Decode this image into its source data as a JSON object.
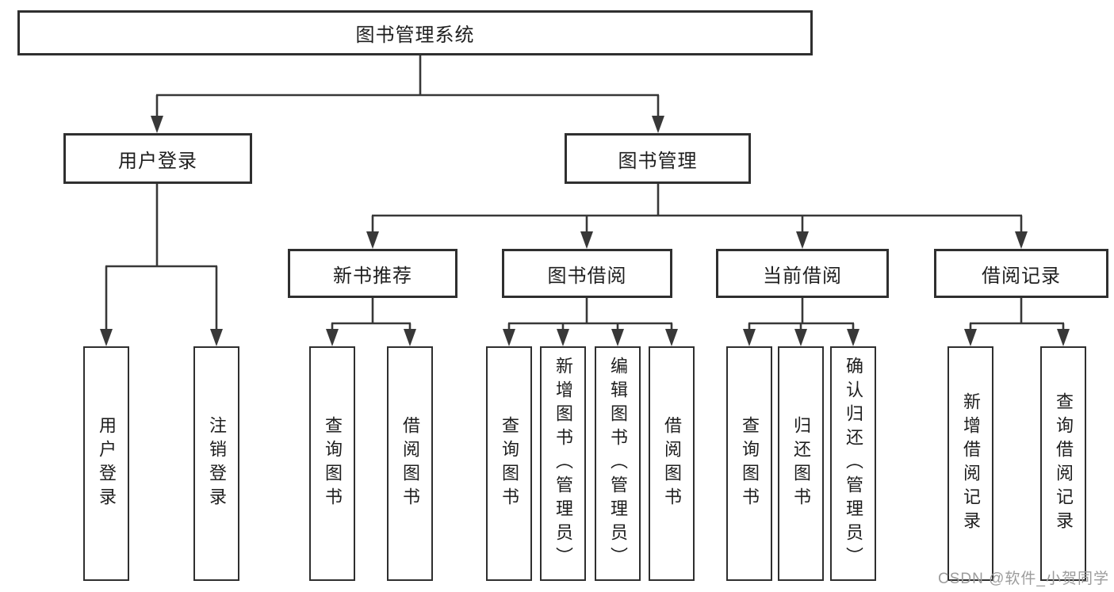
{
  "diagram": {
    "root": "图书管理系统",
    "level2": [
      "用户登录",
      "图书管理"
    ],
    "level3": [
      "新书推荐",
      "图书借阅",
      "当前借阅",
      "借阅记录"
    ],
    "leaves_user_login": [
      "用户登录",
      "注销登录"
    ],
    "leaves_new_book": [
      "查询图书",
      "借阅图书"
    ],
    "leaves_book_borrow": [
      "查询图书",
      "新增图书（管理员）",
      "编辑图书（管理员）",
      "借阅图书"
    ],
    "leaves_current_borrow": [
      "查询图书",
      "归还图书",
      "确认归还（管理员）"
    ],
    "leaves_borrow_records": [
      "新增借阅记录",
      "查询借阅记录"
    ]
  },
  "watermark": "CSDN @软件_小贺同学",
  "colors": {
    "line": "#383838",
    "box_border": "#2f2f2f",
    "text": "#1e1e1e",
    "watermark": "#9c9c9c",
    "background": "#ffffff"
  }
}
